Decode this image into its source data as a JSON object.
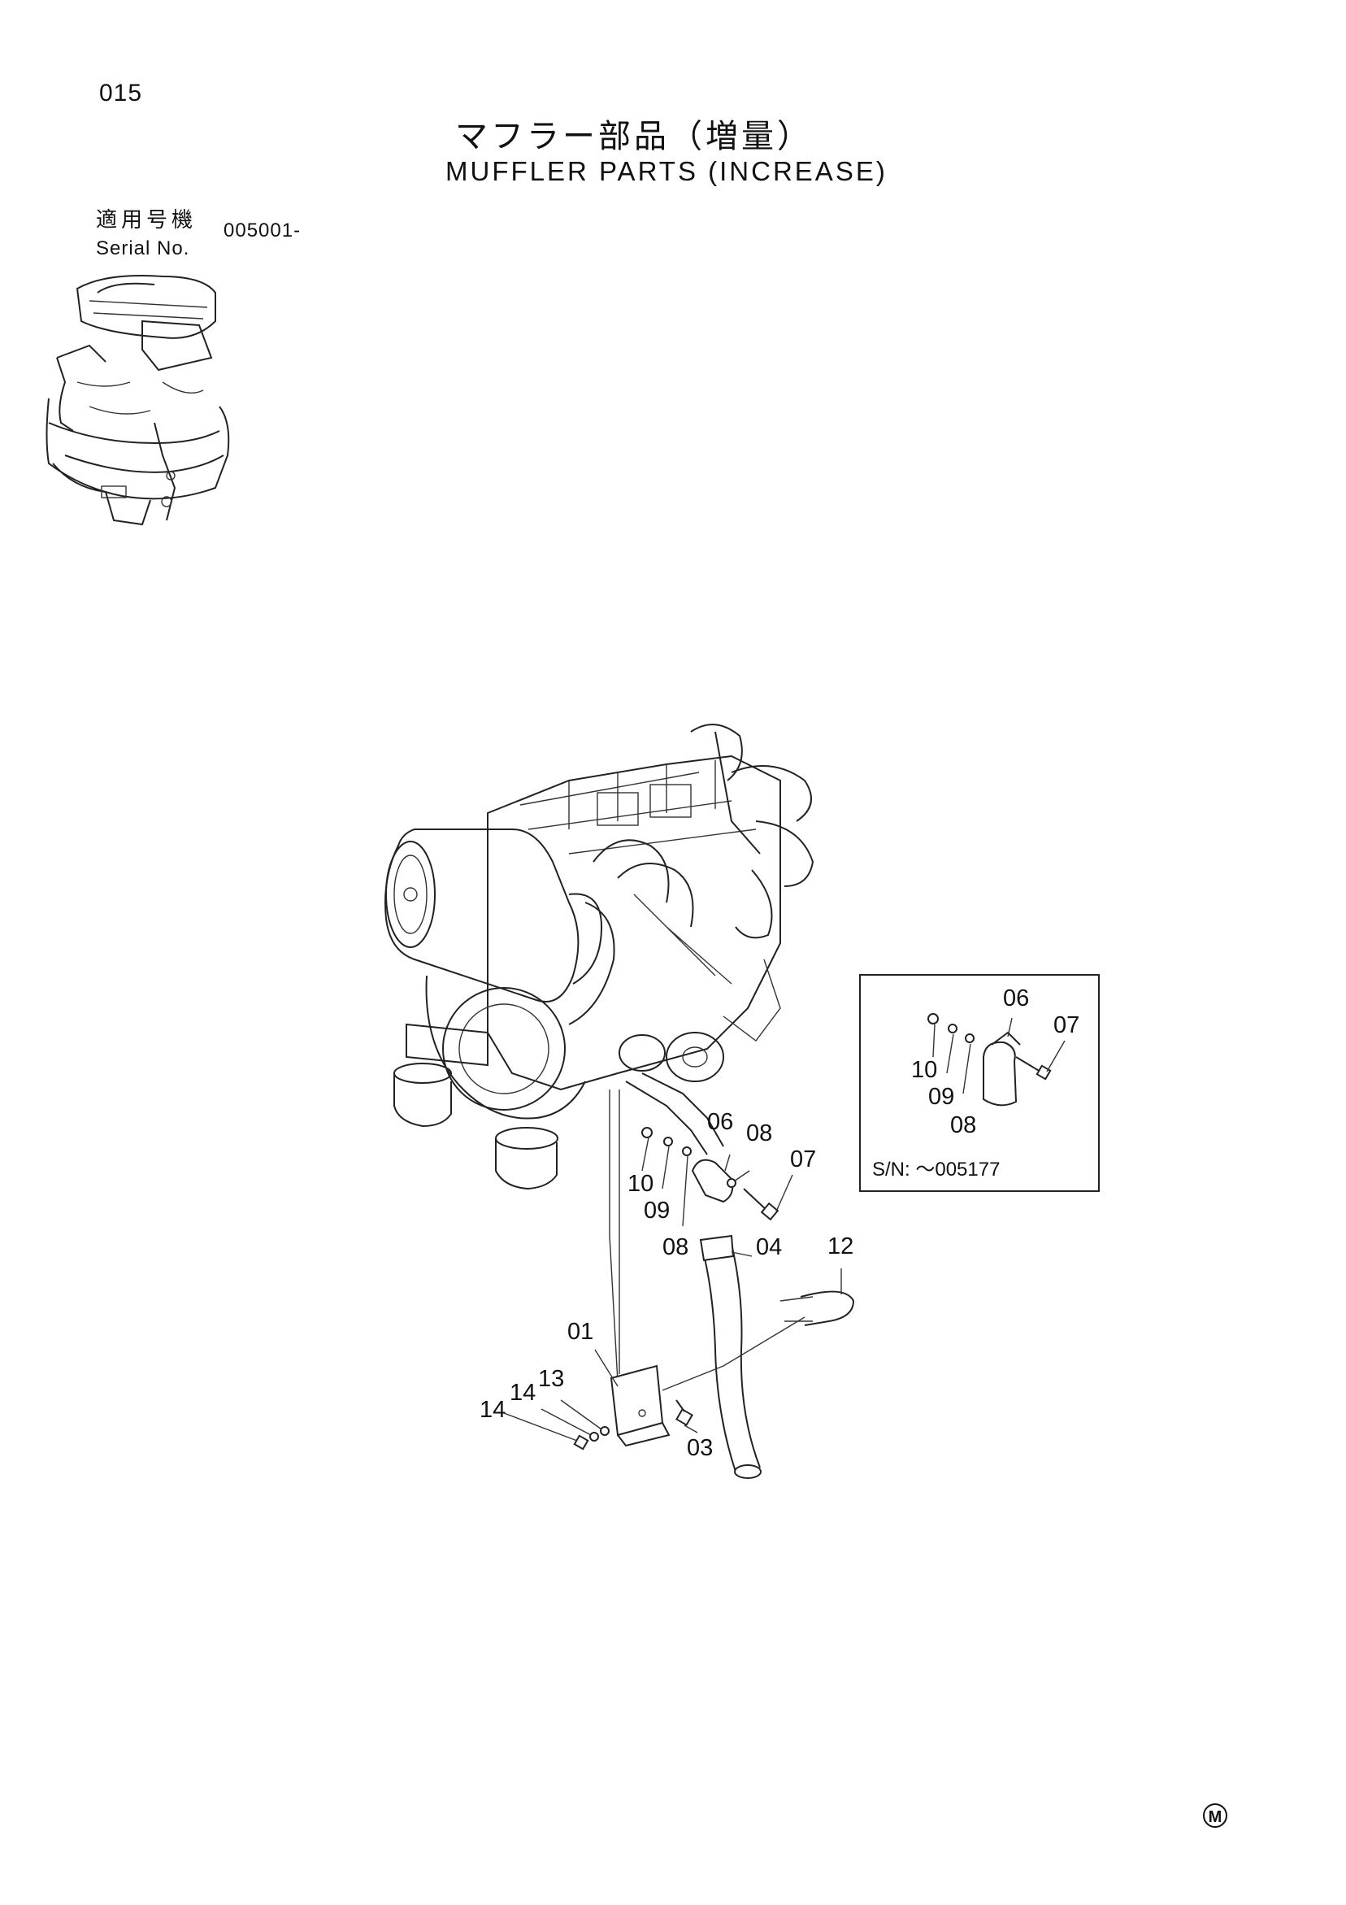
{
  "header": {
    "page_number": "015",
    "title_jp": "マフラー部品（増量）",
    "title_en": "MUFFLER PARTS (INCREASE)",
    "serial_label_jp": "適用号機",
    "serial_label_en": "Serial No.",
    "serial_value": "005001-"
  },
  "callouts": {
    "c01": "01",
    "c03": "03",
    "c04": "04",
    "c06": "06",
    "c07": "07",
    "c08a": "08",
    "c08b": "08",
    "c09": "09",
    "c10": "10",
    "c12": "12",
    "c13": "13",
    "c14a": "14",
    "c14b": "14"
  },
  "inset": {
    "c06": "06",
    "c07": "07",
    "c08": "08",
    "c09": "09",
    "c10": "10",
    "serial_note": "S/N: ～005177"
  },
  "footer": {
    "mark": "M"
  }
}
